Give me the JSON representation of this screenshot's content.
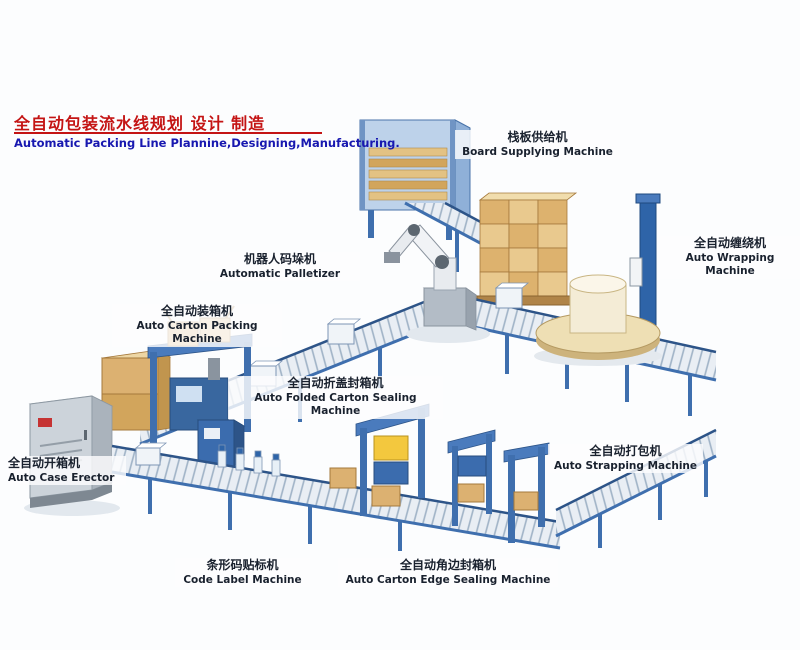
{
  "header": {
    "title_cn": "全自动包装流水线规划 设计 制造",
    "subtitle_en": "Automatic Packing Line Plannine,Designing,Manufacturing."
  },
  "colors": {
    "title_red": "#c41414",
    "subtitle_blue": "#1818b0",
    "label_text": "#19212e",
    "machine_blue": "#3f6fae",
    "machine_blue_dark": "#2d5488",
    "carton_tan": "#dcb171",
    "turntable_beige": "#eedfb4",
    "steel_gray": "#b3bcc6",
    "background": "#fcfdfe"
  },
  "machines": [
    {
      "id": "board-supplying-machine",
      "label_cn": "栈板供给机",
      "label_en": "Board Supplying Machine"
    },
    {
      "id": "automatic-palletizer",
      "label_cn": "机器人码垛机",
      "label_en": "Automatic Palletizer"
    },
    {
      "id": "auto-wrapping-machine",
      "label_cn": "全自动缠绕机",
      "label_en": "Auto Wrapping Machine"
    },
    {
      "id": "auto-carton-packing-machine",
      "label_cn": "全自动装箱机",
      "label_en": "Auto Carton Packing Machine"
    },
    {
      "id": "auto-folded-carton-sealing-machine",
      "label_cn": "全自动折盖封箱机",
      "label_en": "Auto Folded Carton Sealing Machine"
    },
    {
      "id": "auto-case-erector",
      "label_cn": "全自动开箱机",
      "label_en": "Auto Case Erector"
    },
    {
      "id": "auto-strapping-machine",
      "label_cn": "全自动打包机",
      "label_en": "Auto Strapping Machine"
    },
    {
      "id": "code-label-machine",
      "label_cn": "条形码贴标机",
      "label_en": "Code Label Machine"
    },
    {
      "id": "auto-carton-edge-sealing-machine",
      "label_cn": "全自动角边封箱机",
      "label_en": "Auto Carton Edge Sealing Machine"
    }
  ]
}
